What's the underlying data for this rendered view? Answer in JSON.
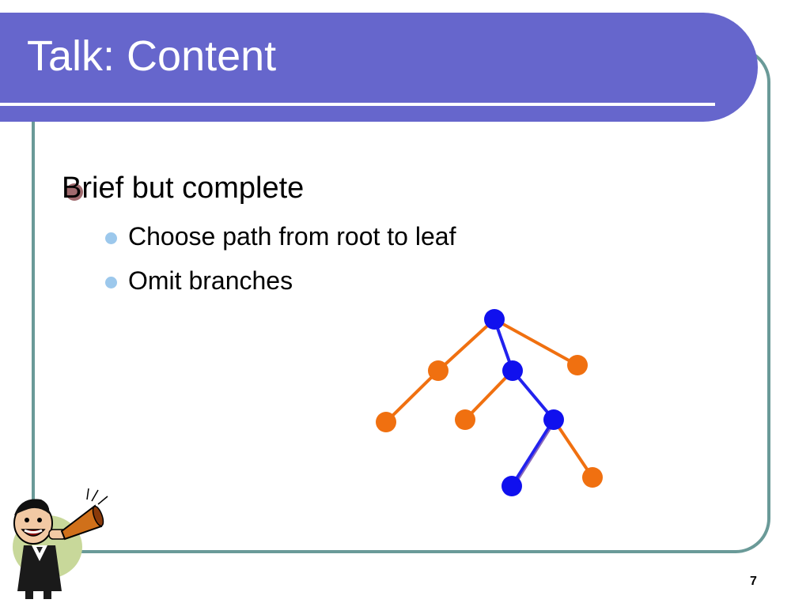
{
  "slide": {
    "title": "Talk: Content",
    "page_number": "7"
  },
  "bullets": {
    "level1": "Brief but complete",
    "level2": [
      "Choose path from root to leaf",
      "Omit branches"
    ]
  },
  "colors": {
    "title_bar": "#6666cc",
    "frame_border": "#6a9a98",
    "path_node": "#0000ee",
    "branch_node": "#f07010",
    "bullet_l1": "#a06a6e",
    "bullet_l2": "#9cc8ec"
  },
  "icons": [
    "man-with-megaphone-clipart-icon"
  ]
}
